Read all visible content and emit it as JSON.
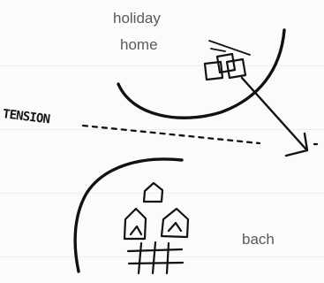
{
  "diagram": {
    "labels": {
      "holiday_home_line_1": "holiday",
      "holiday_home_line_2": "home",
      "tension": "TENSION",
      "bach": "bach"
    },
    "colors": {
      "ink": "#111111",
      "label_text": "#5a5a5a",
      "paper": "#fbfbfa"
    }
  }
}
